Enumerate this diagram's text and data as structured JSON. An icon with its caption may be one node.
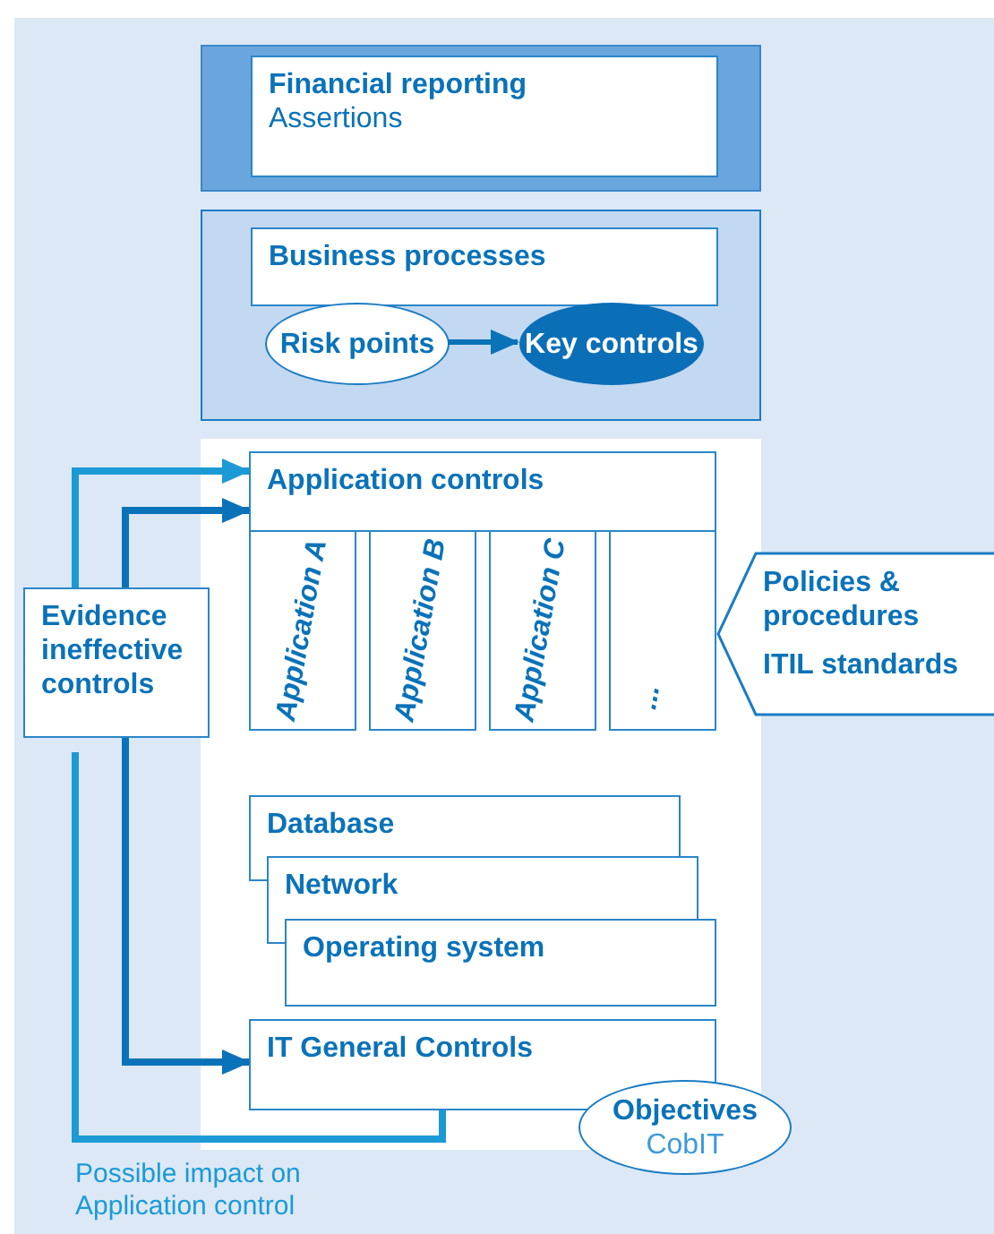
{
  "diagram": {
    "nodes": [
      {
        "text": [],
        "shape": "box"
      },
      {
        "text": [
          "Financial reporting",
          "Assertions"
        ],
        "in": 0
      },
      {
        "text": [],
        "shape": "box"
      },
      {
        "text": [
          "Business processes"
        ],
        "in": 2
      },
      {
        "text": [
          "Risk points"
        ],
        "in": 2
      },
      {
        "text": [
          "Key controls"
        ],
        "in": 2
      },
      {
        "text": [],
        "shape": "box"
      },
      {
        "text": [
          "Application controls"
        ],
        "in": 6
      },
      {
        "text": [
          "Application A"
        ],
        "in": 6
      },
      {
        "text": [
          "Application B"
        ],
        "in": 6
      },
      {
        "text": [
          "Application C"
        ],
        "in": 6
      },
      {
        "text": [
          "..."
        ],
        "in": 6
      },
      {
        "text": [
          "Database"
        ],
        "in": 6
      },
      {
        "text": [
          "Network"
        ],
        "in": 6
      },
      {
        "text": [
          "Operating system"
        ],
        "in": 6
      },
      {
        "text": [
          "IT General Controls"
        ],
        "in": 6
      },
      {
        "text": [
          "Objectives",
          "CobIT"
        ]
      },
      {
        "text": [
          "Evidence ineffective controls"
        ]
      },
      {
        "text": [
          "Policies & procedures",
          "ITIL standards"
        ]
      }
    ],
    "edges": [
      {
        "from": 4,
        "to": 5,
        "arrow": "to"
      },
      {
        "from": 17,
        "to": 7,
        "arrow": "to",
        "color": "#1b9ad6"
      },
      {
        "from": 17,
        "to": 7,
        "arrow": "to"
      },
      {
        "from": 17,
        "to": 15,
        "arrow": "to"
      },
      {
        "from": 17,
        "to": 15,
        "arrow": "none",
        "label": "Possible impact on Application control",
        "color": "#1b9ad6"
      }
    ]
  }
}
